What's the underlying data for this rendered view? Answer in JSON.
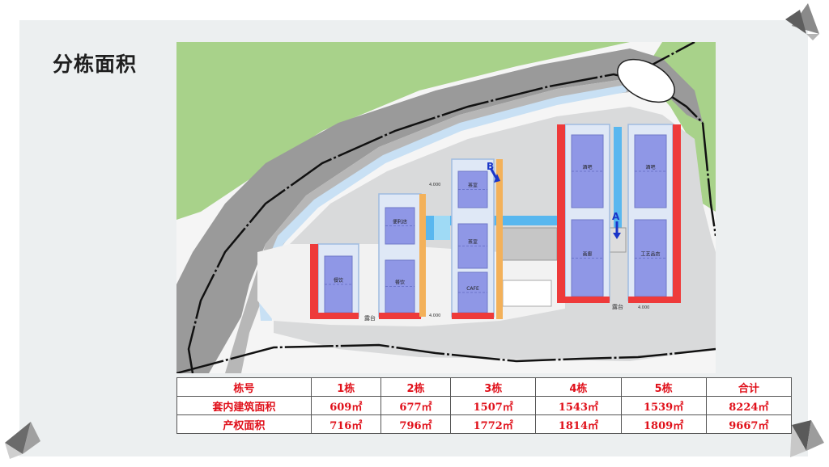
{
  "page": {
    "title": "分栋面积"
  },
  "plan": {
    "buildings": [
      {
        "id": "1",
        "rooms": [
          "餐饮"
        ]
      },
      {
        "id": "2",
        "rooms": [
          "便利店",
          "餐饮"
        ]
      },
      {
        "id": "3",
        "rooms": [
          "茶室",
          "茶室",
          "CAFE"
        ]
      },
      {
        "id": "4",
        "rooms": [
          "酒吧",
          "画廊"
        ]
      },
      {
        "id": "5",
        "rooms": [
          "酒吧",
          "工艺品店"
        ]
      }
    ],
    "markers": {
      "a": "A",
      "b": "B"
    },
    "terrace_labels": [
      "露台",
      "露台"
    ],
    "elevations": [
      "4.000",
      "4.000",
      "4.000"
    ]
  },
  "table": {
    "headers": [
      "栋号",
      "1栋",
      "2栋",
      "3栋",
      "4栋",
      "5栋",
      "合计"
    ],
    "rows": [
      {
        "label": "套内建筑面积",
        "values": [
          "609㎡",
          "677㎡",
          "1507㎡",
          "1543㎡",
          "1539㎡",
          "8224㎡"
        ]
      },
      {
        "label": "产权面积",
        "values": [
          "716㎡",
          "796㎡",
          "1772㎡",
          "1814㎡",
          "1809㎡",
          "9667㎡"
        ]
      }
    ]
  },
  "colors": {
    "red_edge": "#ee3a3a",
    "orange_edge": "#f3b15a",
    "room_fill": "#8f97e6",
    "building_outline": "#9fbbe0",
    "corridor_blue": "#58b7ef",
    "green_area": "#a8d28a",
    "road_grey": "#9a9a9a",
    "marker_blue": "#1a35c8",
    "table_text": "#e0101a"
  }
}
